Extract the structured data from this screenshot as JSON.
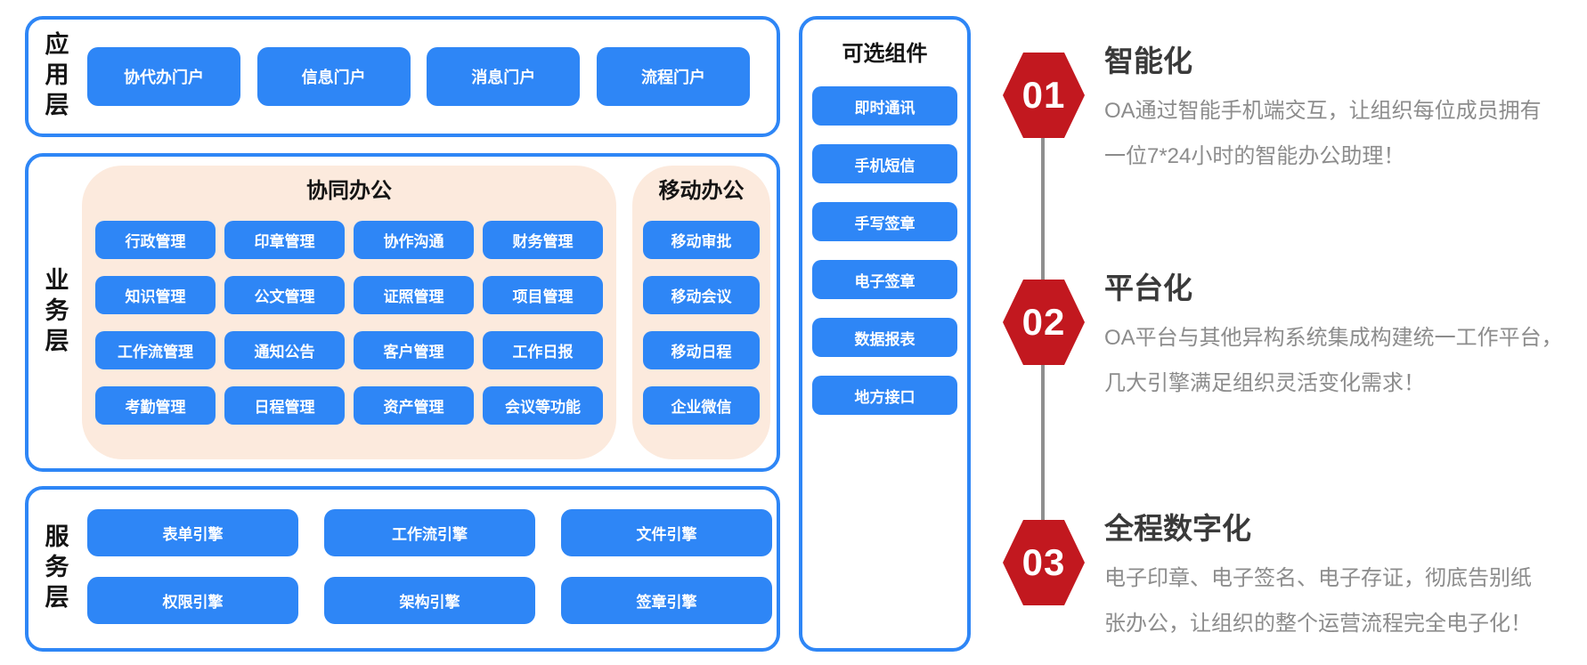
{
  "left_stack": {
    "application_layer": {
      "label": "应用层",
      "portals": [
        "协代办门户",
        "信息门户",
        "消息门户",
        "流程门户"
      ]
    },
    "business_layer": {
      "label": "业务层",
      "collaborative_office": {
        "title": "协同办公",
        "modules": [
          "行政管理",
          "印章管理",
          "协作沟通",
          "财务管理",
          "知识管理",
          "公文管理",
          "证照管理",
          "项目管理",
          "工作流管理",
          "通知公告",
          "客户管理",
          "工作日报",
          "考勤管理",
          "日程管理",
          "资产管理",
          "会议等功能"
        ]
      },
      "mobile_office": {
        "title": "移动办公",
        "modules": [
          "移动审批",
          "移动会议",
          "移动日程",
          "企业微信"
        ]
      }
    },
    "service_layer": {
      "label": "服务层",
      "engines": [
        "表单引擎",
        "工作流引擎",
        "文件引擎",
        "权限引擎",
        "架构引擎",
        "签章引擎"
      ]
    }
  },
  "optional_components": {
    "title": "可选组件",
    "items": [
      "即时通讯",
      "手机短信",
      "手写签章",
      "电子签章",
      "数据报表",
      "地方接口"
    ]
  },
  "features": [
    {
      "number": "01",
      "title": "智能化",
      "desc_line1": "OA通过智能手机端交互，让组织每位成员拥有",
      "desc_line2": "一位7*24小时的智能办公助理！"
    },
    {
      "number": "02",
      "title": "平台化",
      "desc_line1": "OA平台与其他异构系统集成构建统一工作平台，",
      "desc_line2": "几大引擎满足组织灵活变化需求！"
    },
    {
      "number": "03",
      "title": "全程数字化",
      "desc_line1": "电子印章、电子签名、电子存证，彻底告别纸",
      "desc_line2": "张办公，让组织的整个运营流程完全电子化！"
    }
  ],
  "colors": {
    "primary_blue": "#2e86f6",
    "peach": "#fceadd",
    "badge_red": "#c2181f",
    "title_gray": "#3a3a3a",
    "desc_gray": "#8c8c8c"
  }
}
